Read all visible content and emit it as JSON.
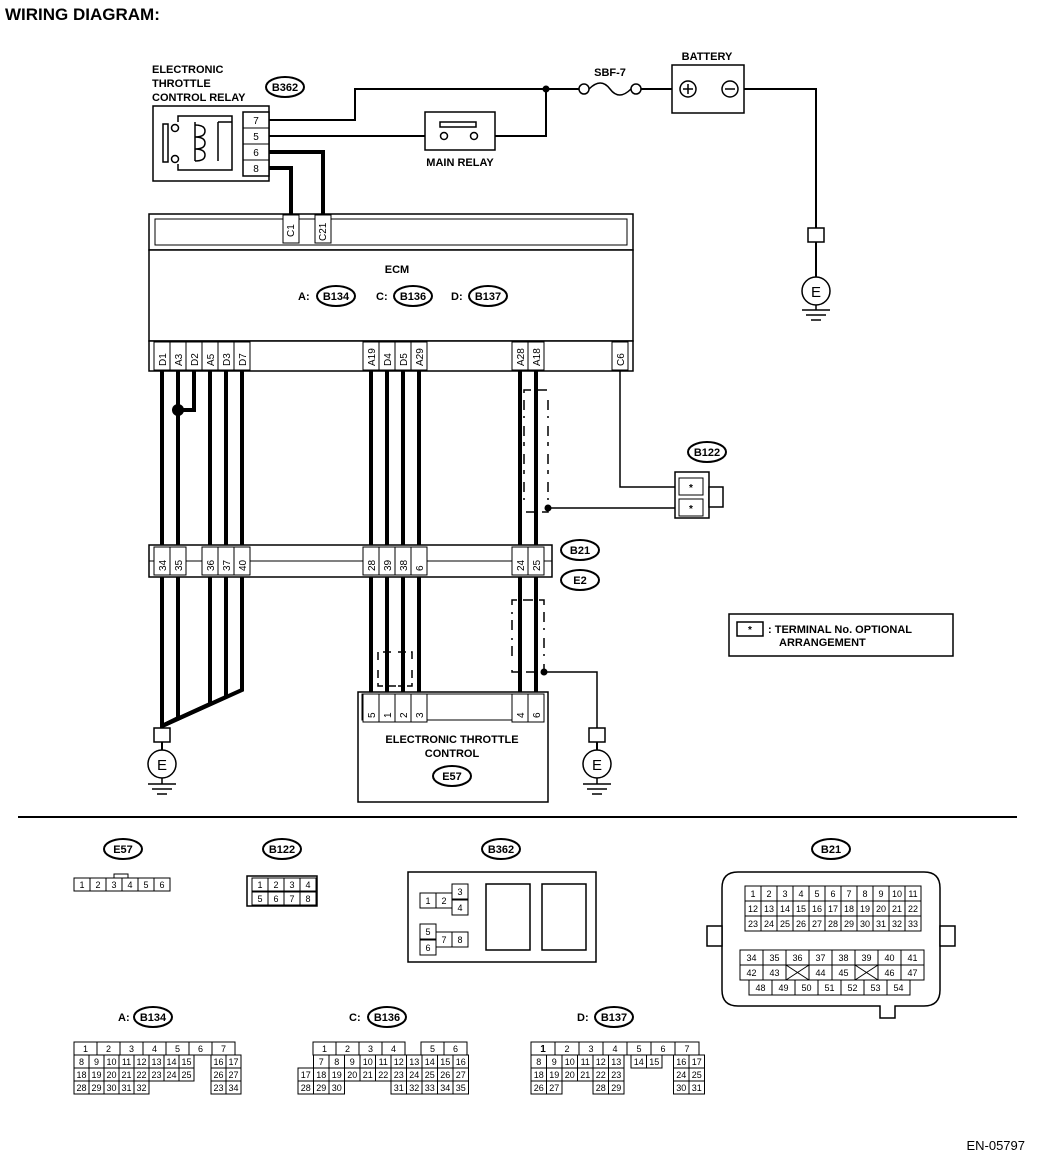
{
  "title": "WIRING DIAGRAM:",
  "figure_id": "EN-05797",
  "relay": {
    "name_lines": [
      "ELECTRONIC",
      "THROTTLE",
      "CONTROL RELAY"
    ],
    "code": "B362",
    "pins": [
      "7",
      "5",
      "6",
      "8"
    ]
  },
  "main_relay": "MAIN RELAY",
  "fuse": "SBF-7",
  "battery": {
    "label": "BATTERY",
    "plus": "⊕",
    "minus": "⊖"
  },
  "ground": "E",
  "ecm": {
    "label": "ECM",
    "conn_a": "A:",
    "conn_a_code": "B134",
    "conn_c": "C:",
    "conn_c_code": "B136",
    "conn_d": "D:",
    "conn_d_code": "B137",
    "top_pins": [
      "C1",
      "C21"
    ],
    "bottom_pins": [
      "D1",
      "A3",
      "D2",
      "A5",
      "D3",
      "D7",
      "A19",
      "D4",
      "D5",
      "A29",
      "A28",
      "A18",
      "C6"
    ]
  },
  "b122": {
    "code": "B122",
    "pins": [
      "*",
      "*"
    ]
  },
  "b21": {
    "code1": "B21",
    "code2": "E2",
    "pins": [
      "34",
      "35",
      "36",
      "37",
      "40",
      "28",
      "39",
      "38",
      "6",
      "24",
      "25"
    ]
  },
  "legend": {
    "key": "*",
    "line1": ": TERMINAL No. OPTIONAL",
    "line2": "ARRANGEMENT"
  },
  "etc": {
    "line1": "ELECTRONIC THROTTLE",
    "line2": "CONTROL",
    "code": "E57",
    "pins": [
      "5",
      "1",
      "2",
      "3",
      "4",
      "6"
    ]
  },
  "views": {
    "e57": {
      "code": "E57",
      "pins": [
        "1",
        "2",
        "3",
        "4",
        "5",
        "6"
      ]
    },
    "b122": {
      "code": "B122",
      "top": [
        "1",
        "2",
        "3",
        "4"
      ],
      "bottom": [
        "5",
        "6",
        "7",
        "8"
      ]
    },
    "b362": {
      "code": "B362",
      "pins": [
        "1",
        "2",
        "3",
        "4",
        "5",
        "6",
        "7",
        "8"
      ]
    },
    "b21": {
      "code": "B21",
      "rows": [
        [
          "1",
          "2",
          "3",
          "4",
          "5",
          "6",
          "7",
          "8",
          "9",
          "10",
          "11"
        ],
        [
          "12",
          "13",
          "14",
          "15",
          "16",
          "17",
          "18",
          "19",
          "20",
          "21",
          "22"
        ],
        [
          "23",
          "24",
          "25",
          "26",
          "27",
          "28",
          "29",
          "30",
          "31",
          "32",
          "33"
        ],
        [
          "34",
          "35",
          "36",
          "37",
          "38",
          "39",
          "40",
          "41"
        ],
        [
          "42",
          "43",
          "",
          "44",
          "45",
          "",
          "46",
          "47"
        ],
        [
          "48",
          "49",
          "50",
          "51",
          "52",
          "53",
          "54"
        ]
      ]
    },
    "a": {
      "prefix": "A:",
      "code": "B134",
      "rows": [
        [
          "1",
          "",
          "2",
          "",
          "3",
          "",
          "4",
          "",
          "5",
          "",
          "6",
          "",
          "7",
          ""
        ],
        [
          "8",
          "9",
          "10",
          "11",
          "12",
          "13",
          "14",
          "15",
          "",
          "16",
          "17"
        ],
        [
          "18",
          "19",
          "20",
          "21",
          "22",
          "23",
          "24",
          "25",
          "",
          "26",
          "27"
        ],
        [
          "28",
          "29",
          "30",
          "31",
          "32",
          "",
          "",
          "",
          "",
          "",
          "",
          "23",
          "34"
        ]
      ]
    },
    "c": {
      "prefix": "C:",
      "code": "B136",
      "rows": [
        [
          "1",
          "2",
          "3",
          "4",
          "5",
          "6"
        ],
        [
          "7",
          "8",
          "9",
          "10",
          "11",
          "12",
          "13",
          "14",
          "15",
          "16"
        ],
        [
          "17",
          "18",
          "19",
          "20",
          "21",
          "22",
          "23",
          "24",
          "25",
          "26",
          "27"
        ],
        [
          "28",
          "29",
          "30",
          "31",
          "32",
          "33",
          "34",
          "35"
        ]
      ]
    },
    "d": {
      "prefix": "D:",
      "code": "B137",
      "rows": [
        [
          "1",
          "2",
          "3",
          "4",
          "5",
          "6",
          "7"
        ],
        [
          "8",
          "9",
          "10",
          "11",
          "12",
          "13",
          "14",
          "15",
          "16",
          "17"
        ],
        [
          "18",
          "19",
          "20",
          "21",
          "22",
          "23",
          "24",
          "25"
        ],
        [
          "26",
          "27",
          "28",
          "29",
          "30",
          "31"
        ]
      ]
    }
  }
}
